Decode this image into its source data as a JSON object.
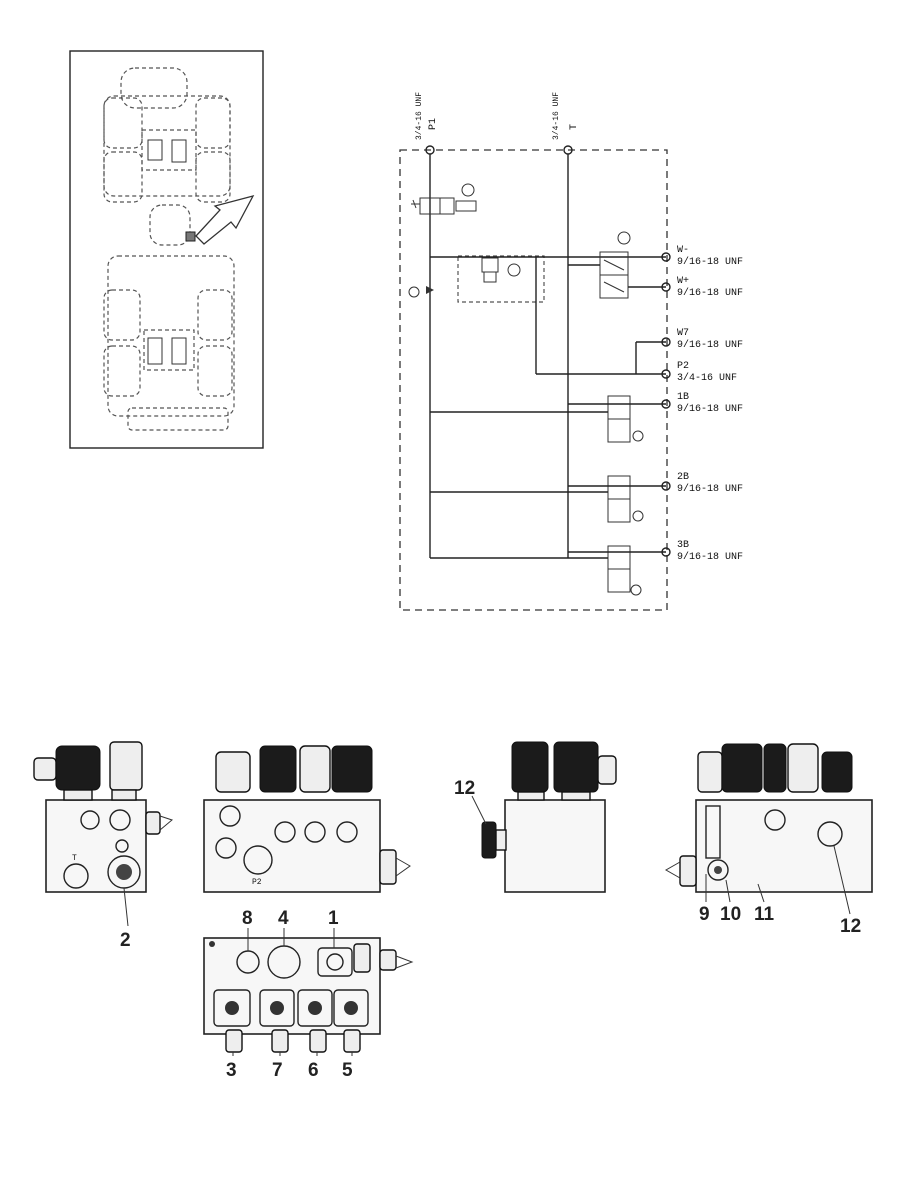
{
  "schematic": {
    "ports": {
      "p1": {
        "name": "P1",
        "thread": "3/4-16 UNF"
      },
      "t": {
        "name": "T",
        "thread": "3/4-16 UNF"
      },
      "w_minus": {
        "name": "W-",
        "thread": "9/16-18 UNF"
      },
      "w_plus": {
        "name": "W+",
        "thread": "9/16-18 UNF"
      },
      "w7": {
        "name": "W7",
        "thread": "9/16-18 UNF"
      },
      "p2": {
        "name": "P2",
        "thread": "3/4-16 UNF"
      },
      "b1": {
        "name": "1B",
        "thread": "9/16-18 UNF"
      },
      "b2": {
        "name": "2B",
        "thread": "9/16-18 UNF"
      },
      "b3": {
        "name": "3B",
        "thread": "9/16-18 UNF"
      }
    }
  },
  "callouts": {
    "c1": "1",
    "c2": "2",
    "c3": "3",
    "c4": "4",
    "c5": "5",
    "c6": "6",
    "c7": "7",
    "c8": "8",
    "c9": "9",
    "c10": "10",
    "c11": "11",
    "c12_left": "12",
    "c12_right": "12"
  },
  "block_port_labels": {
    "p2": "P2",
    "t": "T"
  }
}
